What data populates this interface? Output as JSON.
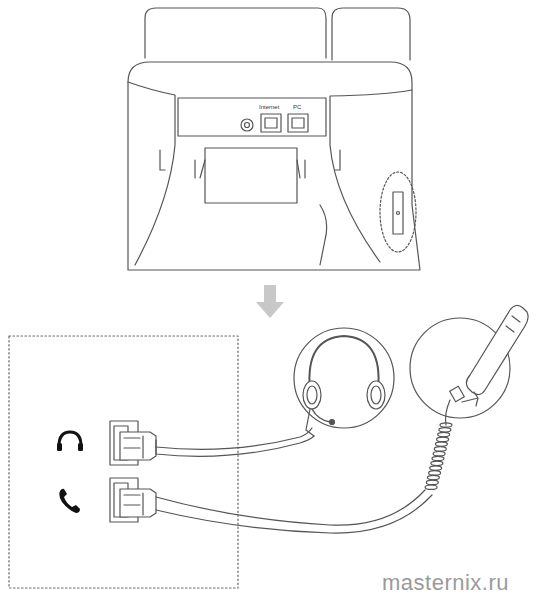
{
  "diagram": {
    "labels": [
      "Internet",
      "PC",
      "masternix.ru"
    ]
  }
}
